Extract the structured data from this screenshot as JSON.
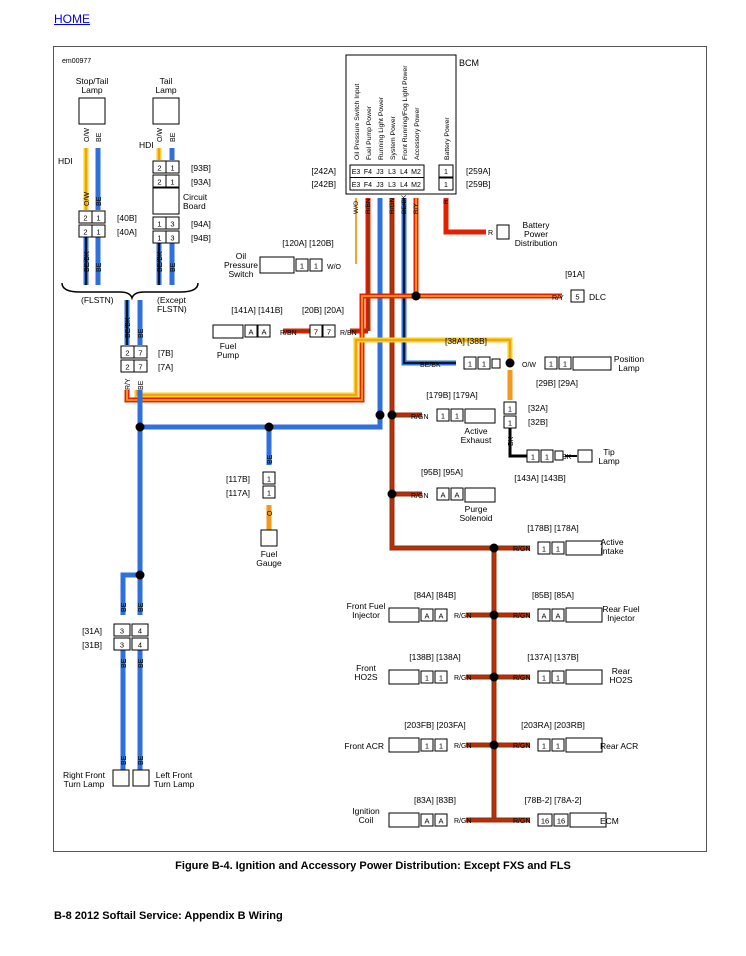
{
  "nav": {
    "home": "HOME"
  },
  "diagram_id": "em00977",
  "caption": "Figure B-4. Ignition and Accessory Power Distribution: Except FXS and FLS",
  "footer": "B-8  2012 Softail Service:  Appendix B Wiring",
  "colors": {
    "red": "#e32000",
    "orange": "#f39a1e",
    "yellow": "#f6d21e",
    "blue": "#2f70dc",
    "brown": "#8a3a12",
    "green": "#2e8b3a",
    "black": "#000000"
  },
  "bcm": {
    "title": "BCM",
    "functions": [
      "Oil Pressure Switch Input",
      "Fuel Pump Power",
      "Running Light Power",
      "System Power",
      "Front Running/Fog Light Power",
      "Accessory Power",
      "Battery Power"
    ],
    "pins_a": [
      "E3",
      "F4",
      "J3",
      "L3",
      "L4",
      "M2"
    ],
    "pins_b": [
      "E3",
      "F4",
      "J3",
      "L3",
      "L4",
      "M2"
    ],
    "left_refs": [
      "[242A]",
      "[242B]"
    ],
    "right_refs": [
      "[259A]",
      "[259B]"
    ],
    "batt_pins": [
      "1",
      "1"
    ],
    "wire_labels": [
      "W/O",
      "R/BN",
      "R/GN",
      "BE/BK",
      "R/Y",
      "R"
    ]
  },
  "lamps": {
    "stop_tail": "Stop/Tail\nLamp",
    "tail": "Tail\nLamp",
    "hdi": "HDI",
    "circuit_board": "Circuit\nBoard",
    "flstn": "(FLSTN)",
    "except_flstn": "(Except\nFLSTN)",
    "wires_ow": [
      "O/W",
      "O/W"
    ],
    "wires_be": [
      "BE",
      "BE",
      "BE",
      "BE"
    ],
    "refs": [
      "[93B]",
      "[93A]",
      "[40B]",
      "[40A]",
      "[94A]",
      "[94B]",
      "[7B]",
      "[7A]"
    ],
    "bebk": [
      "BE/BK",
      "BE/BK",
      "BE/BK"
    ],
    "be_bottom": [
      "BE",
      "BE"
    ],
    "ry": "R/Y",
    "pins_93": [
      [
        "2",
        "1"
      ],
      [
        "2",
        "1"
      ]
    ],
    "pins_40": [
      [
        "2",
        "1"
      ],
      [
        "2",
        "1"
      ]
    ],
    "pins_94": [
      [
        "1",
        "3"
      ],
      [
        "1",
        "3"
      ]
    ],
    "pins_7": [
      [
        "2",
        "7"
      ],
      [
        "2",
        "7"
      ]
    ]
  },
  "components": {
    "battery": {
      "label": "Battery\nPower\nDistribution",
      "wire": "R"
    },
    "oil_switch": {
      "label": "Oil\nPressure\nSwitch",
      "refs": "[120A] [120B]",
      "pins": [
        "1",
        "1"
      ],
      "wire": "W/O"
    },
    "dlc": {
      "label": "DLC",
      "ref": "[91A]",
      "pin": "5",
      "wire": "R/Y"
    },
    "fuel_pump": {
      "label": "Fuel\nPump",
      "refs": "[141A] [141B]",
      "refs2": "[20B] [20A]",
      "pins": [
        "A",
        "A",
        "7",
        "7"
      ],
      "wires": [
        "R/BN",
        "R/BN"
      ]
    },
    "position_lamp": {
      "label": "Position\nLamp",
      "refs_top": "[38A] [38B]",
      "refs_bottom": "[29B] [29A]",
      "pins": [
        "1",
        "1",
        "1",
        "1"
      ],
      "wires": [
        "BE/BK",
        "O/W"
      ]
    },
    "active_exhaust": {
      "label": "Active\nExhaust",
      "refs": "[179B] [179A]",
      "pins": [
        "1",
        "1"
      ],
      "wire": "R/GN"
    },
    "relay_32": {
      "refs": [
        "[32A]",
        "[32B]"
      ],
      "pins": [
        "1",
        "1"
      ],
      "wire": "BK"
    },
    "tip_lamp": {
      "label": "Tip\nLamp",
      "refs": "[143A] [143B]",
      "pins": [
        "1",
        "1"
      ],
      "wire": "BK"
    },
    "fuel_gauge": {
      "label": "Fuel\nGauge",
      "refs": [
        "[117B]",
        "[117A]"
      ],
      "pins": [
        "1",
        "1"
      ],
      "wires": [
        "BE",
        "O"
      ]
    },
    "purge": {
      "label": "Purge\nSolenoid",
      "refs": "[95B] [95A]",
      "pins": [
        "A",
        "A"
      ],
      "wire": "R/GN"
    },
    "turn_31": {
      "refs": [
        "[31A]",
        "[31B]"
      ],
      "pins": [
        [
          "3",
          "4"
        ],
        [
          "3",
          "4"
        ]
      ],
      "wires": [
        "BE",
        "BE",
        "BE",
        "BE"
      ]
    },
    "right_turn": {
      "label": "Right Front\nTurn Lamp"
    },
    "left_turn": {
      "label": "Left Front\nTurn Lamp"
    },
    "active_intake": {
      "label": "Active\nIntake",
      "refs": "[178B] [178A]",
      "pins": [
        "1",
        "1"
      ],
      "wire": "R/GN"
    },
    "front_injector": {
      "label": "Front Fuel\nInjector",
      "refs": "[84A] [84B]",
      "pins": [
        "A",
        "A"
      ],
      "wire": "R/GN"
    },
    "rear_injector": {
      "label": "Rear Fuel\nInjector",
      "refs": "[85B] [85A]",
      "pins": [
        "A",
        "A"
      ],
      "wire": "R/GN"
    },
    "front_ho2s": {
      "label": "Front\nHO2S",
      "refs": "[138B] [138A]",
      "pins": [
        "1",
        "1"
      ],
      "wire": "R/GN"
    },
    "rear_ho2s": {
      "label": "Rear\nHO2S",
      "refs": "[137A] [137B]",
      "pins": [
        "1",
        "1"
      ],
      "wire": "R/GN"
    },
    "front_acr": {
      "label": "Front ACR",
      "refs": "[203FB] [203FA]",
      "pins": [
        "1",
        "1"
      ],
      "wire": "R/GN"
    },
    "rear_acr": {
      "label": "Rear ACR",
      "refs": "[203RA] [203RB]",
      "pins": [
        "1",
        "1"
      ],
      "wire": "R/GN"
    },
    "ignition_coil": {
      "label": "Ignition\nCoil",
      "refs": "[83A] [83B]",
      "pins": [
        "A",
        "A"
      ],
      "wire": "R/GN"
    },
    "ecm": {
      "label": "ECM",
      "refs": "[78B-2] [78A-2]",
      "pins": [
        "16",
        "16"
      ],
      "wire": "R/GN"
    }
  }
}
